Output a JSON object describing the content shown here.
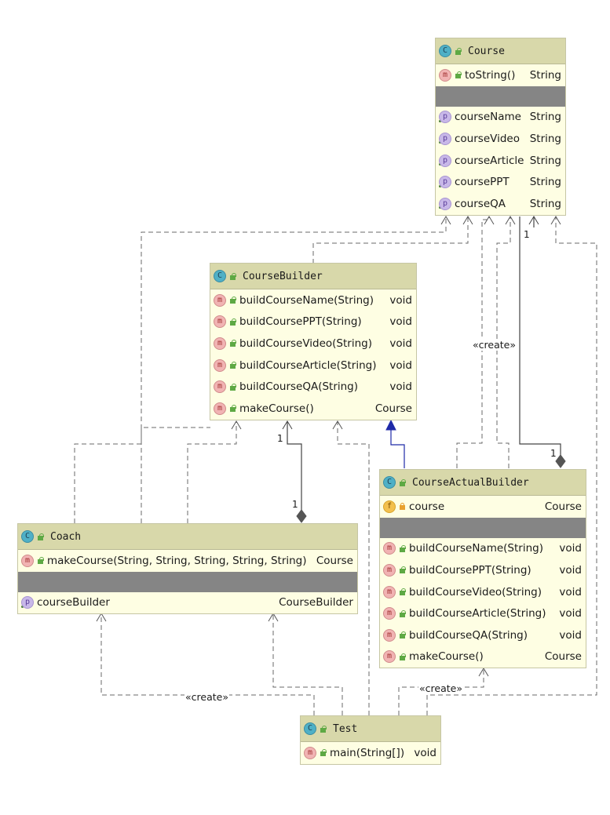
{
  "classes": {
    "course": {
      "name": "Course",
      "methods": [
        {
          "name": "toString()",
          "type": "String"
        }
      ],
      "properties": [
        {
          "name": "courseName",
          "type": "String"
        },
        {
          "name": "courseVideo",
          "type": "String"
        },
        {
          "name": "courseArticle",
          "type": "String"
        },
        {
          "name": "coursePPT",
          "type": "String"
        },
        {
          "name": "courseQA",
          "type": "String"
        }
      ]
    },
    "course_builder": {
      "name": "CourseBuilder",
      "methods": [
        {
          "name": "buildCourseName(String)",
          "type": "void"
        },
        {
          "name": "buildCoursePPT(String)",
          "type": "void"
        },
        {
          "name": "buildCourseVideo(String)",
          "type": "void"
        },
        {
          "name": "buildCourseArticle(String)",
          "type": "void"
        },
        {
          "name": "buildCourseQA(String)",
          "type": "void"
        },
        {
          "name": "makeCourse()",
          "type": "Course"
        }
      ]
    },
    "course_actual_builder": {
      "name": "CourseActualBuilder",
      "fields": [
        {
          "name": "course",
          "type": "Course"
        }
      ],
      "methods": [
        {
          "name": "buildCourseName(String)",
          "type": "void"
        },
        {
          "name": "buildCoursePPT(String)",
          "type": "void"
        },
        {
          "name": "buildCourseVideo(String)",
          "type": "void"
        },
        {
          "name": "buildCourseArticle(String)",
          "type": "void"
        },
        {
          "name": "buildCourseQA(String)",
          "type": "void"
        },
        {
          "name": "makeCourse()",
          "type": "Course"
        }
      ]
    },
    "coach": {
      "name": "Coach",
      "methods": [
        {
          "name": "makeCourse(String, String, String, String, String)",
          "type": "Course"
        }
      ],
      "properties": [
        {
          "name": "courseBuilder",
          "type": "CourseBuilder"
        }
      ]
    },
    "test": {
      "name": "Test",
      "methods": [
        {
          "name": "main(String[])",
          "type": "void"
        }
      ]
    }
  },
  "labels": {
    "create_course": "«create»",
    "create_coach": "«create»",
    "create_actual": "«create»",
    "mult_course_top": "1",
    "mult_course_bottom": "1",
    "mult_builder_top": "1",
    "mult_builder_bottom": "1"
  },
  "icons": {
    "class": "C",
    "method": "m",
    "property": "p",
    "field": "f"
  },
  "colors": {
    "header_bg": "#d8d8aa",
    "body_bg": "#fefee3",
    "separator": "#858585",
    "inheritance": "#1f2aa8"
  }
}
